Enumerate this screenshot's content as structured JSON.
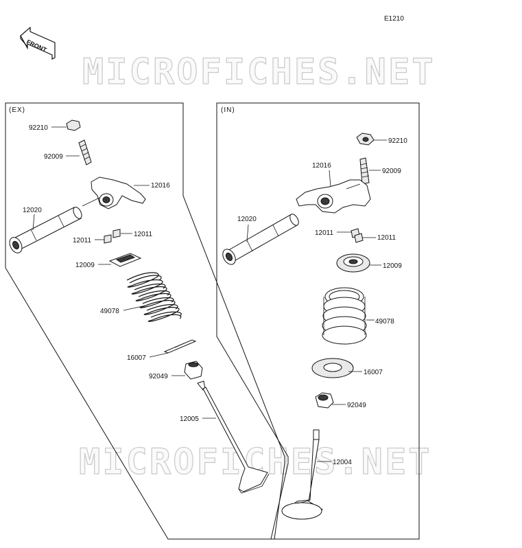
{
  "diagram": {
    "ref_code": "E1210",
    "front_label": "FRONT",
    "watermark": "MICROFICHES.NET",
    "sections": {
      "ex": {
        "label": "(EX)",
        "parts": {
          "nut": "92210",
          "adjusting_screw": "92009",
          "rocker_arm": "12016",
          "rocker_shaft": "12020",
          "cotter_a": "12011",
          "cotter_b": "12011",
          "retainer": "12009",
          "spring": "49078",
          "spring_seat": "16007",
          "oil_seal": "92049",
          "valve": "12005"
        }
      },
      "in": {
        "label": "(IN)",
        "parts": {
          "nut": "92210",
          "adjusting_screw": "92009",
          "rocker_arm": "12016",
          "rocker_shaft": "12020",
          "cotter_a": "12011",
          "cotter_b": "12011",
          "retainer": "12009",
          "spring": "49078",
          "spring_seat": "16007",
          "oil_seal": "92049",
          "valve": "12004"
        }
      }
    }
  }
}
